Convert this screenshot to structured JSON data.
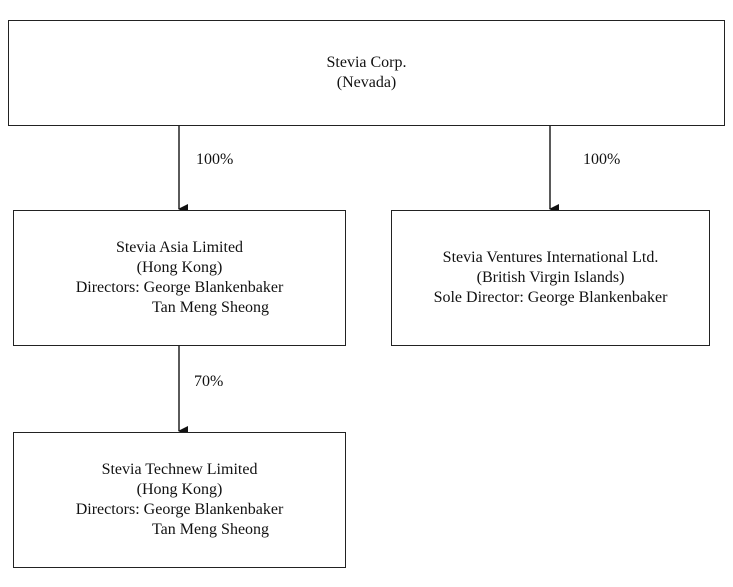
{
  "entities": {
    "parent": {
      "name": "Stevia Corp.",
      "jurisdiction": "(Nevada)"
    },
    "asia": {
      "name": "Stevia Asia Limited",
      "jurisdiction": "(Hong Kong)",
      "directors_line": "Directors: George Blankenbaker",
      "directors_line2": "Tan Meng Sheong"
    },
    "ventures": {
      "name": "Stevia Ventures International Ltd.",
      "jurisdiction": "(British Virgin Islands)",
      "directors_line": "Sole Director: George Blankenbaker"
    },
    "technew": {
      "name": "Stevia Technew Limited",
      "jurisdiction": "(Hong Kong)",
      "directors_line": "Directors: George Blankenbaker",
      "directors_line2": "Tan Meng Sheong"
    }
  },
  "ownership": {
    "parent_to_asia": "100%",
    "parent_to_ventures": "100%",
    "asia_to_technew": "70%"
  },
  "colors": {
    "line": "#222222",
    "text": "#111111",
    "background": "#ffffff"
  }
}
